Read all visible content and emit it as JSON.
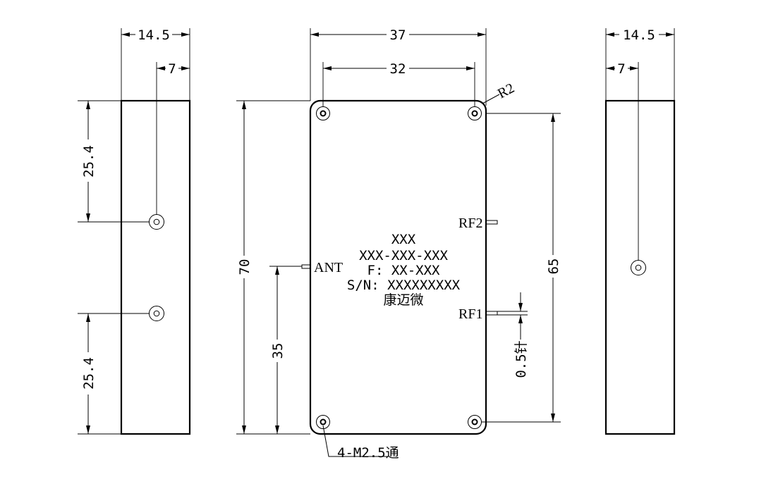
{
  "dimensions": {
    "left_width": "14.5",
    "left_half": "7",
    "left_upper": "25.4",
    "left_lower": "25.4",
    "front_width": "37",
    "front_hole_spacing": "32",
    "corner_radius": "R2",
    "front_height": "70",
    "ant_height": "35",
    "hole_vertical": "65",
    "pin": "0.5针",
    "right_width": "14.5",
    "right_half": "7"
  },
  "labels": {
    "ant": "ANT",
    "rf2": "RF2",
    "rf1": "RF1",
    "mount_holes": "4-M2.5通"
  },
  "nameplate": {
    "line1": "XXX",
    "line2": "XXX-XXX-XXX",
    "line3": "F: XX-XXX",
    "line4": "S/N: XXXXXXXXX",
    "line5": "康迈微"
  }
}
